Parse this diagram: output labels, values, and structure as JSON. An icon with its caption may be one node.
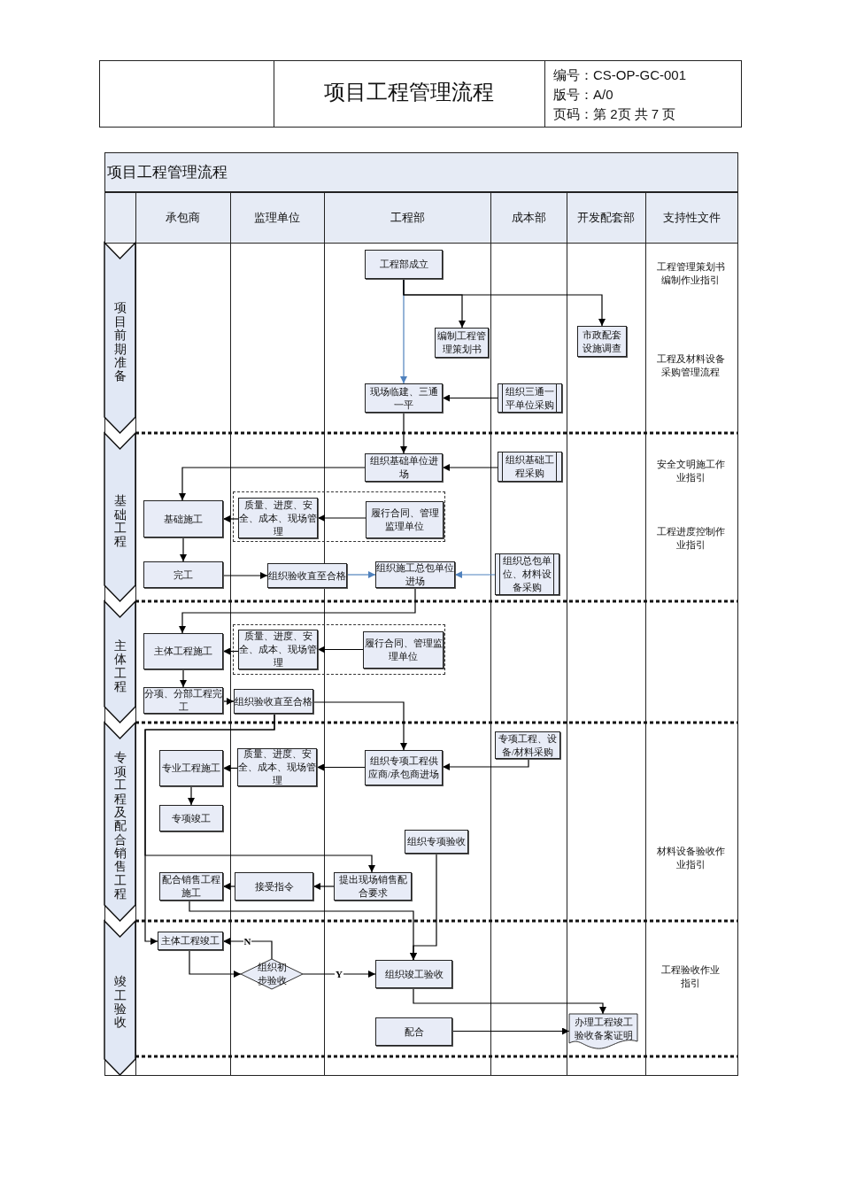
{
  "diagram": {
    "title": "项目工程管理流程",
    "nodes": [
      {
        "text": [
          "项目前期准备"
        ]
      },
      {
        "text": [
          "基础工程"
        ]
      },
      {
        "text": [
          "主体工程"
        ]
      },
      {
        "text": [
          "专项工程及配合销售工程"
        ]
      },
      {
        "text": [
          "竣工验收"
        ]
      },
      {
        "text": [
          "工程部成立"
        ]
      },
      {
        "text": [
          "编制工程管理策划书"
        ]
      },
      {
        "text": [
          "市政配套设施调查"
        ]
      },
      {
        "text": [
          "现场临建、三通一平"
        ]
      },
      {
        "text": [
          "组织三通一平单位采购"
        ]
      },
      {
        "text": [
          "组织基础单位进场"
        ]
      },
      {
        "text": [
          "组织基础工程采购"
        ]
      },
      {
        "text": [],
        "shape": "box"
      },
      {
        "text": [
          "质量、进度、安全、成本、现场管理"
        ],
        "in": 12
      },
      {
        "text": [
          "履行合同、管理监理单位"
        ],
        "in": 12
      },
      {
        "text": [
          "基础施工"
        ]
      },
      {
        "text": [
          "完工"
        ]
      },
      {
        "text": [
          "组织验收直至合格"
        ]
      },
      {
        "text": [
          "组织施工总包单位进场"
        ]
      },
      {
        "text": [
          "组织总包单位、材料设备采购"
        ]
      },
      {
        "text": [],
        "shape": "box"
      },
      {
        "text": [
          "质量、进度、安全、成本、现场管理"
        ],
        "in": 20
      },
      {
        "text": [
          "履行合同、管理监理单位"
        ],
        "in": 20
      },
      {
        "text": [
          "主体工程施工"
        ]
      },
      {
        "text": [
          "分项、分部工程完工"
        ]
      },
      {
        "text": [
          "组织验收直至合格"
        ]
      },
      {
        "text": [
          "专项工程、设备/材料采购"
        ]
      },
      {
        "text": [
          "组织专项工程供应商/承包商进场"
        ]
      },
      {
        "text": [
          "质量、进度、安全、成本、现场管理"
        ]
      },
      {
        "text": [
          "专业工程施工"
        ]
      },
      {
        "text": [
          "专项竣工"
        ]
      },
      {
        "text": [
          "组织专项验收"
        ]
      },
      {
        "text": [
          "提出现场销售配合要求"
        ]
      },
      {
        "text": [
          "接受指令"
        ]
      },
      {
        "text": [
          "配合销售工程施工"
        ]
      },
      {
        "text": [
          "主体工程竣工"
        ]
      },
      {
        "text": [
          "组织初步验收"
        ]
      },
      {
        "text": [
          "组织竣工验收"
        ]
      },
      {
        "text": [
          "配合"
        ]
      },
      {
        "text": [
          "办理工程竣工验收备案证明"
        ]
      }
    ],
    "edges": [
      {
        "from": 5,
        "to": 8,
        "arrow": "to",
        "color": "#4f81bd"
      },
      {
        "from": 5,
        "to": 6,
        "arrow": "to"
      },
      {
        "from": 5,
        "to": 7,
        "arrow": "to"
      },
      {
        "from": 9,
        "to": 8,
        "arrow": "to"
      },
      {
        "from": 8,
        "to": 10,
        "arrow": "to"
      },
      {
        "from": 11,
        "to": 10,
        "arrow": "to"
      },
      {
        "from": 10,
        "to": 15,
        "arrow": "to"
      },
      {
        "from": 14,
        "to": 13,
        "arrow": "to"
      },
      {
        "from": 13,
        "to": 15,
        "arrow": "to"
      },
      {
        "from": 15,
        "to": 16,
        "arrow": "to"
      },
      {
        "from": 16,
        "to": 17,
        "arrow": "to"
      },
      {
        "from": 17,
        "to": 18,
        "arrow": "to",
        "color": "#4f81bd"
      },
      {
        "from": 19,
        "to": 18,
        "arrow": "to",
        "color": "#4f81bd"
      },
      {
        "from": 18,
        "to": 23,
        "arrow": "to"
      },
      {
        "from": 22,
        "to": 21,
        "arrow": "to"
      },
      {
        "from": 21,
        "to": 23,
        "arrow": "to"
      },
      {
        "from": 23,
        "to": 24,
        "arrow": "to"
      },
      {
        "from": 24,
        "to": 25,
        "arrow": "to"
      },
      {
        "from": 25,
        "to": 27,
        "arrow": "to"
      },
      {
        "from": 25,
        "to": 35,
        "arrow": "to"
      },
      {
        "from": 25,
        "to": 32,
        "arrow": "to"
      },
      {
        "from": 26,
        "to": 27,
        "arrow": "to"
      },
      {
        "from": 27,
        "to": 28,
        "arrow": "to"
      },
      {
        "from": 28,
        "to": 29,
        "arrow": "to"
      },
      {
        "from": 29,
        "to": 30,
        "arrow": "to"
      },
      {
        "from": 32,
        "to": 33,
        "arrow": "to"
      },
      {
        "from": 33,
        "to": 34,
        "arrow": "to"
      },
      {
        "from": 34,
        "to": 37,
        "arrow": "to"
      },
      {
        "from": 31,
        "to": 37,
        "arrow": "to"
      },
      {
        "from": 35,
        "to": 36,
        "arrow": "to"
      },
      {
        "from": 36,
        "to": 35,
        "arrow": "to",
        "label": "N"
      },
      {
        "from": 36,
        "to": 37,
        "arrow": "to",
        "label": "Y"
      },
      {
        "from": 37,
        "to": 39,
        "arrow": "to"
      },
      {
        "from": 38,
        "to": 39,
        "arrow": "to"
      }
    ],
    "labels": [
      "编号：CS-OP-GC-001",
      "版号：A/0",
      "页码：第 2页 共 7 页",
      "项目工程管理流程",
      "承包商",
      "监理单位",
      "工程部",
      "成本部",
      "开发配套部",
      "支持性文件",
      "工程管理策划书编制作业指引",
      "工程及材料设备采购管理流程",
      "安全文明施工作业指引",
      "工程进度控制作业指引",
      "材料设备验收作业指引",
      "工程验收作业指引"
    ]
  }
}
